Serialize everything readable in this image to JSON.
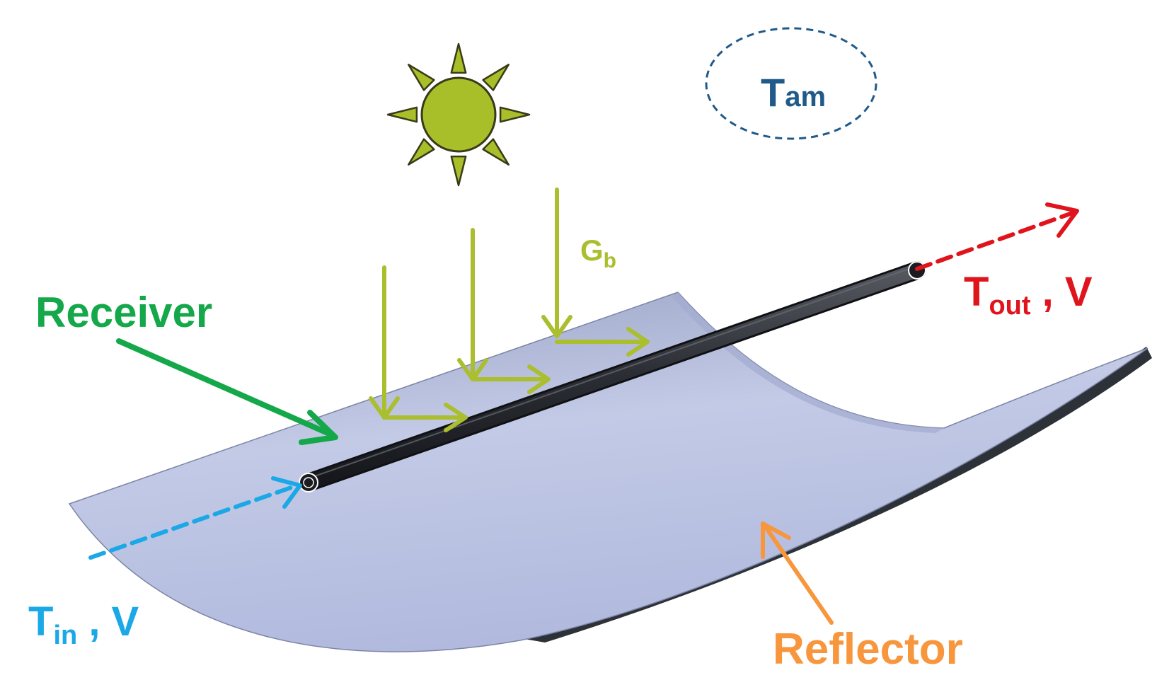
{
  "labels": {
    "ambient": {
      "main": "T",
      "sub": "am"
    },
    "beam": {
      "main": "G",
      "sub": "b"
    },
    "receiver": "Receiver",
    "outlet": {
      "main": "T",
      "sub": "out",
      "rest": " , V"
    },
    "inlet": {
      "main": "T",
      "sub": "in",
      "rest": " , V"
    },
    "reflector": "Reflector"
  },
  "colors": {
    "ambient": "#1f5a8a",
    "sun": "#a8bf2a",
    "sun_outline": "#3a3a1a",
    "beam": "#aabe2e",
    "receiver_label": "#14a84a",
    "outlet": "#e0141c",
    "inlet": "#1aa8e6",
    "reflector_label": "#f7963c",
    "reflector_surface": "#b6bfe0",
    "reflector_edge": "#2d3138",
    "tube": "#2a2d33"
  },
  "icons": {
    "sun": "sun-icon",
    "ambient": "dashed-ellipse"
  }
}
